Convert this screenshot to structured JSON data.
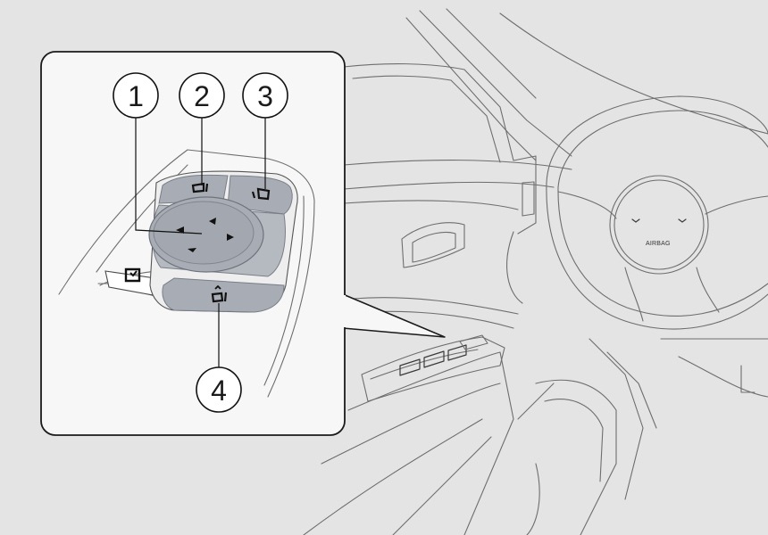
{
  "background_color": "#e4e4e4",
  "inset_background": "#f7f7f7",
  "button_color": "#a8adb5",
  "steering_wheel_label": "AIRBAG",
  "callouts": [
    {
      "label": "1",
      "icon": "joystick-pad"
    },
    {
      "label": "2",
      "icon": "left-mirror-icon"
    },
    {
      "label": "3",
      "icon": "right-mirror-icon"
    },
    {
      "label": "4",
      "icon": "mirror-fold-icon"
    }
  ]
}
